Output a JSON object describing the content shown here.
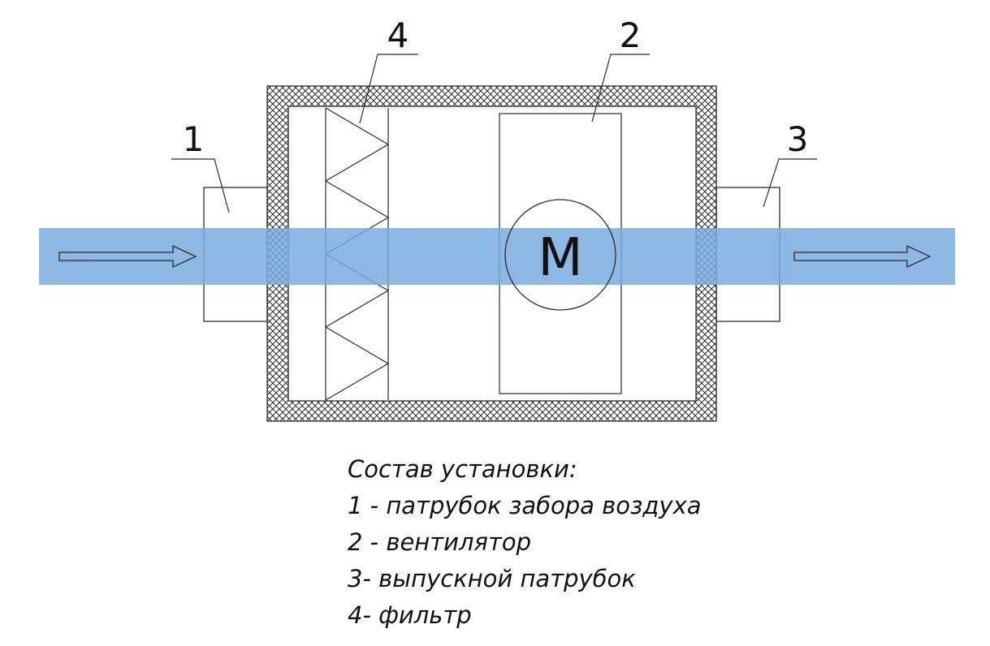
{
  "diagram": {
    "components": [
      {
        "number": "1",
        "label": "патрубок забора воздуха"
      },
      {
        "number": "2",
        "label": "вентилятор"
      },
      {
        "number": "3",
        "label": "выпускной патрубок"
      },
      {
        "number": "4",
        "label": "фильтр"
      }
    ],
    "motor_symbol": "M",
    "colors": {
      "airflow": "#7aabdf",
      "line": "#2b2b2b"
    }
  },
  "legend": {
    "title": "Состав установки:",
    "items": [
      "1 - патрубок забора воздуха",
      "2 - вентилятор",
      "3- выпускной патрубок",
      "4- фильтр"
    ]
  }
}
